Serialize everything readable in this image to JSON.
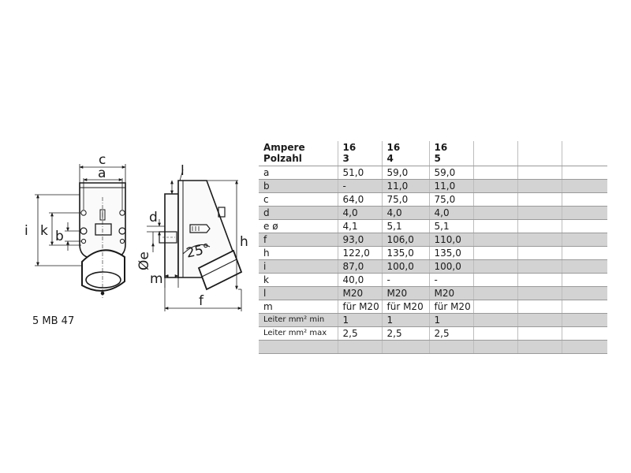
{
  "drawing": {
    "front_labels": {
      "c": "c",
      "a": "a",
      "i": "i",
      "k": "k",
      "b": "b"
    },
    "side_labels": {
      "l": "l",
      "d": "d",
      "oe": "Øe",
      "m": "m",
      "h": "h",
      "f": "f",
      "angle": "25°"
    },
    "model": "5 MB 47"
  },
  "table": {
    "header_param": [
      "Ampere",
      "Polzahl"
    ],
    "header_columns": [
      [
        "16",
        "3"
      ],
      [
        "16",
        "4"
      ],
      [
        "16",
        "5"
      ]
    ],
    "rows": [
      {
        "label": "a",
        "values": [
          "51,0",
          "59,0",
          "59,0"
        ]
      },
      {
        "label": "b",
        "values": [
          "-",
          "11,0",
          "11,0"
        ]
      },
      {
        "label": "c",
        "values": [
          "64,0",
          "75,0",
          "75,0"
        ]
      },
      {
        "label": "d",
        "values": [
          "4,0",
          "4,0",
          "4,0"
        ]
      },
      {
        "label": "e ø",
        "values": [
          "4,1",
          "5,1",
          "5,1"
        ]
      },
      {
        "label": "f",
        "values": [
          "93,0",
          "106,0",
          "110,0"
        ]
      },
      {
        "label": "h",
        "values": [
          "122,0",
          "135,0",
          "135,0"
        ]
      },
      {
        "label": "i",
        "values": [
          "87,0",
          "100,0",
          "100,0"
        ]
      },
      {
        "label": "k",
        "values": [
          "40,0",
          "-",
          "-"
        ]
      },
      {
        "label": "l",
        "values": [
          "M20",
          "M20",
          "M20"
        ]
      },
      {
        "label": "m",
        "values": [
          "für M20",
          "für M20",
          "für M20"
        ]
      },
      {
        "label": "Leiter mm² min",
        "values": [
          "1",
          "1",
          "1"
        ]
      },
      {
        "label": "Leiter mm² max",
        "values": [
          "2,5",
          "2,5",
          "2,5"
        ]
      },
      {
        "label": "",
        "values": [
          "",
          "",
          ""
        ]
      }
    ],
    "shade_color": "#d3d3d3"
  }
}
